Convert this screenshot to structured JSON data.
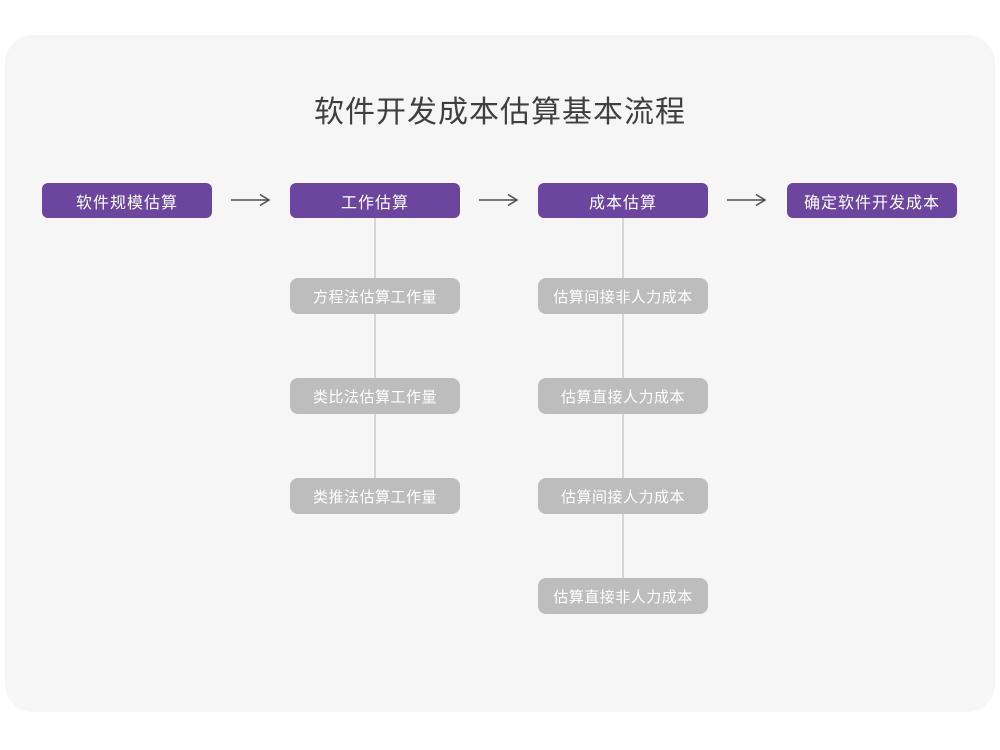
{
  "title": "软件开发成本估算基本流程",
  "colors": {
    "primary_node": "#6b459e",
    "secondary_node": "#bdbdbd",
    "connector_line": "#d6d6d6",
    "arrow": "#4d4d4d",
    "card_background": "#f6f6f6",
    "title_text": "#3f3f3f"
  },
  "flow": {
    "main_steps": [
      {
        "label": "软件规模估算"
      },
      {
        "label": "工作估算"
      },
      {
        "label": "成本估算"
      },
      {
        "label": "确定软件开发成本"
      }
    ],
    "work_estimation_sub_steps": [
      {
        "label": "方程法估算工作量"
      },
      {
        "label": "类比法估算工作量"
      },
      {
        "label": "类推法估算工作量"
      }
    ],
    "cost_estimation_sub_steps": [
      {
        "label": "估算间接非人力成本"
      },
      {
        "label": "估算直接人力成本"
      },
      {
        "label": "估算间接人力成本"
      },
      {
        "label": "估算直接非人力成本"
      }
    ]
  }
}
